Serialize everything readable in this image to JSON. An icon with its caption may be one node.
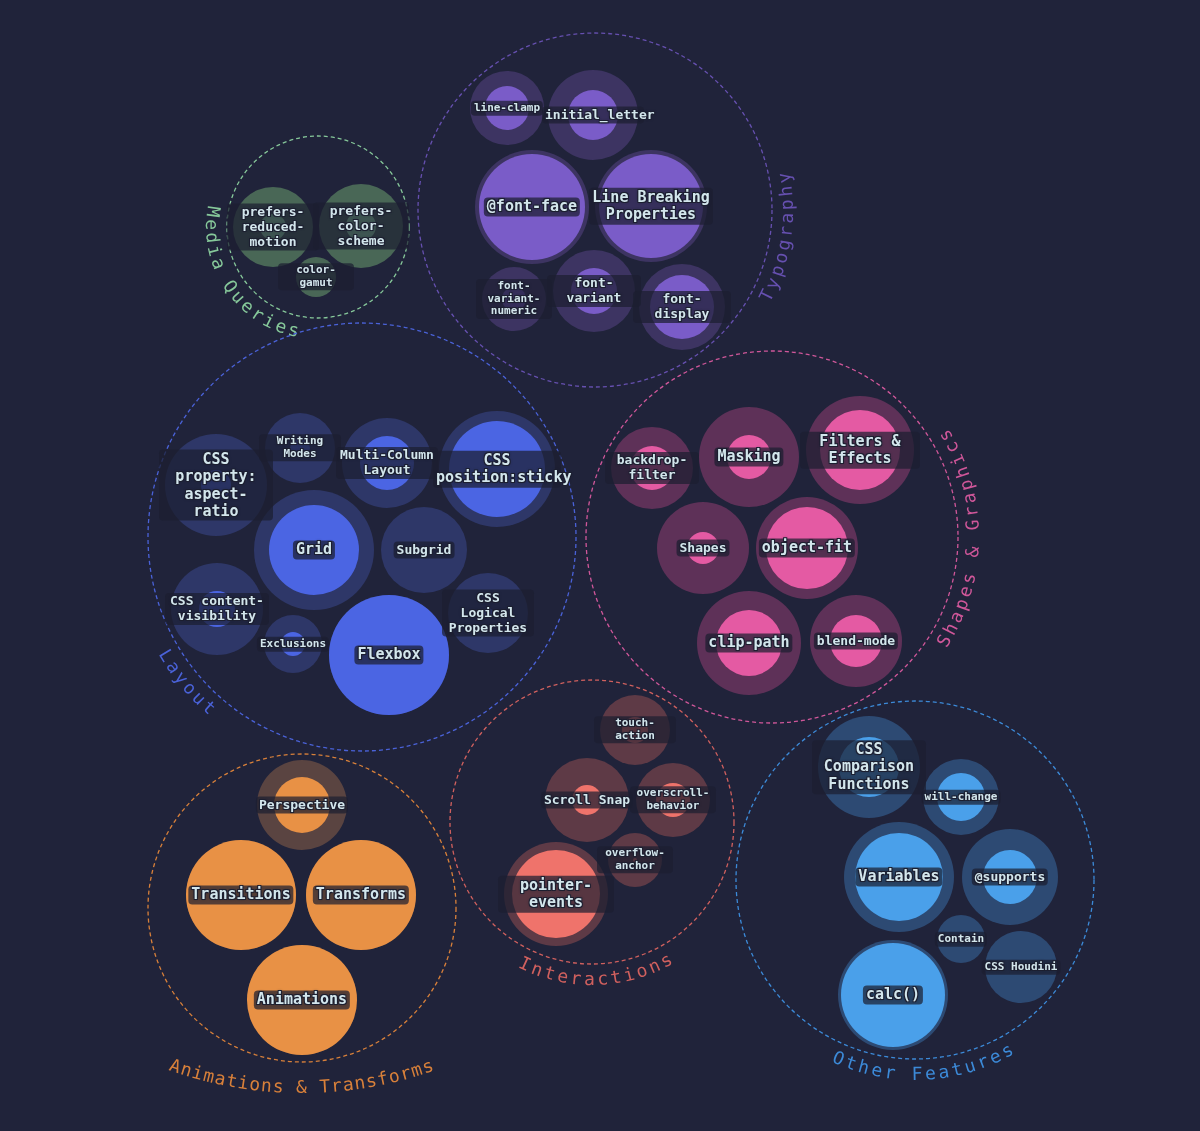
{
  "diagram": {
    "nodes": [
      {
        "text": [
          "Media Queries"
        ]
      },
      {
        "text": [
          "prefers-reduced-motion"
        ],
        "in": 0
      },
      {
        "text": [
          "prefers-color-scheme"
        ],
        "in": 0
      },
      {
        "text": [
          "color-gamut"
        ],
        "in": 0
      },
      {
        "text": [
          "Typography"
        ]
      },
      {
        "text": [
          "line-clamp"
        ],
        "in": 4
      },
      {
        "text": [
          "initial_letter"
        ],
        "in": 4
      },
      {
        "text": [
          "@font-face"
        ],
        "in": 4
      },
      {
        "text": [
          "Line Breaking Properties"
        ],
        "in": 4
      },
      {
        "text": [
          "font-variant-numeric"
        ],
        "in": 4
      },
      {
        "text": [
          "font-variant"
        ],
        "in": 4
      },
      {
        "text": [
          "font-display"
        ],
        "in": 4
      },
      {
        "text": [
          "Layout"
        ]
      },
      {
        "text": [
          "CSS property: aspect-ratio"
        ],
        "in": 12
      },
      {
        "text": [
          "Writing Modes"
        ],
        "in": 12
      },
      {
        "text": [
          "Multi-Column Layout"
        ],
        "in": 12
      },
      {
        "text": [
          "CSS position:sticky"
        ],
        "in": 12
      },
      {
        "text": [
          "Grid"
        ],
        "in": 12
      },
      {
        "text": [
          "Subgrid"
        ],
        "in": 12
      },
      {
        "text": [
          "CSS content-visibility"
        ],
        "in": 12
      },
      {
        "text": [
          "Exclusions"
        ],
        "in": 12
      },
      {
        "text": [
          "Flexbox"
        ],
        "in": 12
      },
      {
        "text": [
          "CSS Logical Properties"
        ],
        "in": 12
      },
      {
        "text": [
          "Shapes & Graphics"
        ]
      },
      {
        "text": [
          "backdrop-filter"
        ],
        "in": 23
      },
      {
        "text": [
          "Masking"
        ],
        "in": 23
      },
      {
        "text": [
          "Filters & Effects"
        ],
        "in": 23
      },
      {
        "text": [
          "Shapes"
        ],
        "in": 23
      },
      {
        "text": [
          "object-fit"
        ],
        "in": 23
      },
      {
        "text": [
          "clip-path"
        ],
        "in": 23
      },
      {
        "text": [
          "blend-mode"
        ],
        "in": 23
      },
      {
        "text": [
          "Interactions"
        ]
      },
      {
        "text": [
          "touch-action"
        ],
        "in": 31
      },
      {
        "text": [
          "Scroll Snap"
        ],
        "in": 31
      },
      {
        "text": [
          "overscroll-behavior"
        ],
        "in": 31
      },
      {
        "text": [
          "overflow-anchor"
        ],
        "in": 31
      },
      {
        "text": [
          "pointer-events"
        ],
        "in": 31
      },
      {
        "text": [
          "Animations & Transforms"
        ]
      },
      {
        "text": [
          "Perspective"
        ],
        "in": 37
      },
      {
        "text": [
          "Transitions"
        ],
        "in": 37
      },
      {
        "text": [
          "Transforms"
        ],
        "in": 37
      },
      {
        "text": [
          "Animations"
        ],
        "in": 37
      },
      {
        "text": [
          "Other Features"
        ]
      },
      {
        "text": [
          "CSS Comparison Functions"
        ],
        "in": 42
      },
      {
        "text": [
          "will-change"
        ],
        "in": 42
      },
      {
        "text": [
          "Variables"
        ],
        "in": 42
      },
      {
        "text": [
          "@supports"
        ],
        "in": 42
      },
      {
        "text": [
          "Contain"
        ],
        "in": 42
      },
      {
        "text": [
          "CSS Houdini"
        ],
        "in": 42
      },
      {
        "text": [
          "calc()"
        ],
        "in": 42
      }
    ],
    "edges": []
  }
}
